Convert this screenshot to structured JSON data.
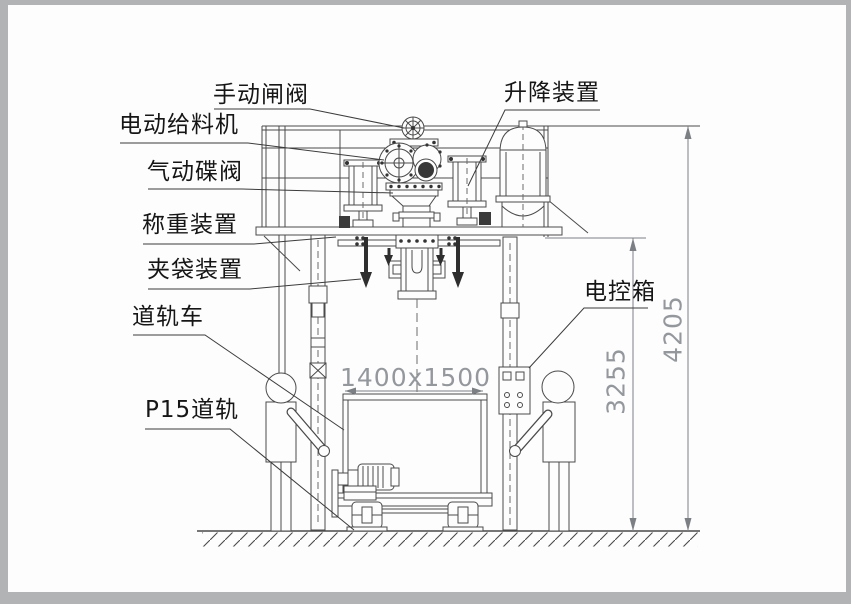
{
  "window": {
    "background": "#fdfdfe",
    "frame_color": "#b2b3b5"
  },
  "diagram": {
    "labels": {
      "manual_gate_valve": "手动闸阀",
      "electric_feeder": "电动给料机",
      "pneumatic_butterfly_valve": "气动碟阀",
      "weighing_device": "称重装置",
      "bag_clamping_device": "夹袋装置",
      "rail_car": "道轨车",
      "p15_rail": "P15道轨",
      "lifting_device": "升降装置",
      "control_box": "电控箱"
    },
    "dimensions": {
      "bag_frame": "1400x1500",
      "platform_height": "3255",
      "total_height": "4205"
    },
    "colors": {
      "line": "#4a4a4a",
      "label_text": "#161616",
      "dimension_text": "#94989c"
    }
  }
}
